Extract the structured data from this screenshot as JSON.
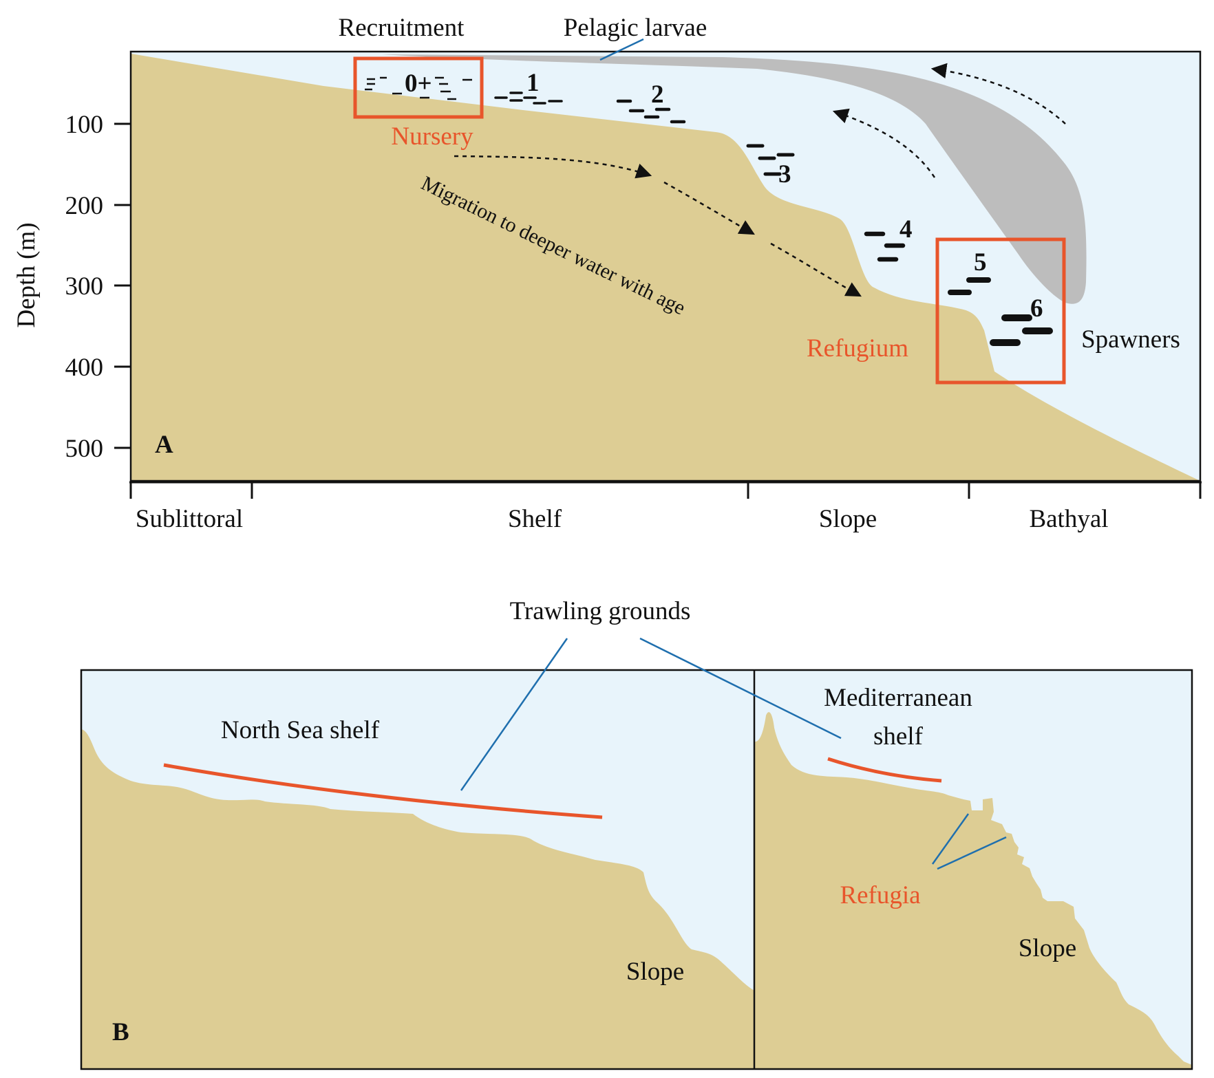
{
  "colors": {
    "water": "#e8f4fb",
    "seabed": "#ddcd94",
    "larvae": "#bdbdbd",
    "highlight": "#e8552b",
    "leader": "#1f6fae",
    "ink": "#111111"
  },
  "panel_a": {
    "letter": "A",
    "y_axis_label": "Depth (m)",
    "y_ticks": [
      "100",
      "200",
      "300",
      "400",
      "500"
    ],
    "zones": [
      "Sublittoral",
      "Shelf",
      "Slope",
      "Bathyal"
    ],
    "labels": {
      "recruitment": "Recruitment",
      "pelagic_larvae": "Pelagic larvae",
      "nursery": "Nursery",
      "refugium": "Refugium",
      "spawners": "Spawners",
      "migration": "Migration to deeper water with age"
    },
    "age_classes": [
      "0+",
      "1",
      "2",
      "3",
      "4",
      "5",
      "6"
    ]
  },
  "panel_b": {
    "letter": "B",
    "trawling_label": "Trawling grounds",
    "north_sea_label": "North Sea shelf",
    "med_label_line1": "Mediterranean",
    "med_label_line2": "shelf",
    "slope_left": "Slope",
    "slope_right": "Slope",
    "refugia": "Refugia"
  }
}
